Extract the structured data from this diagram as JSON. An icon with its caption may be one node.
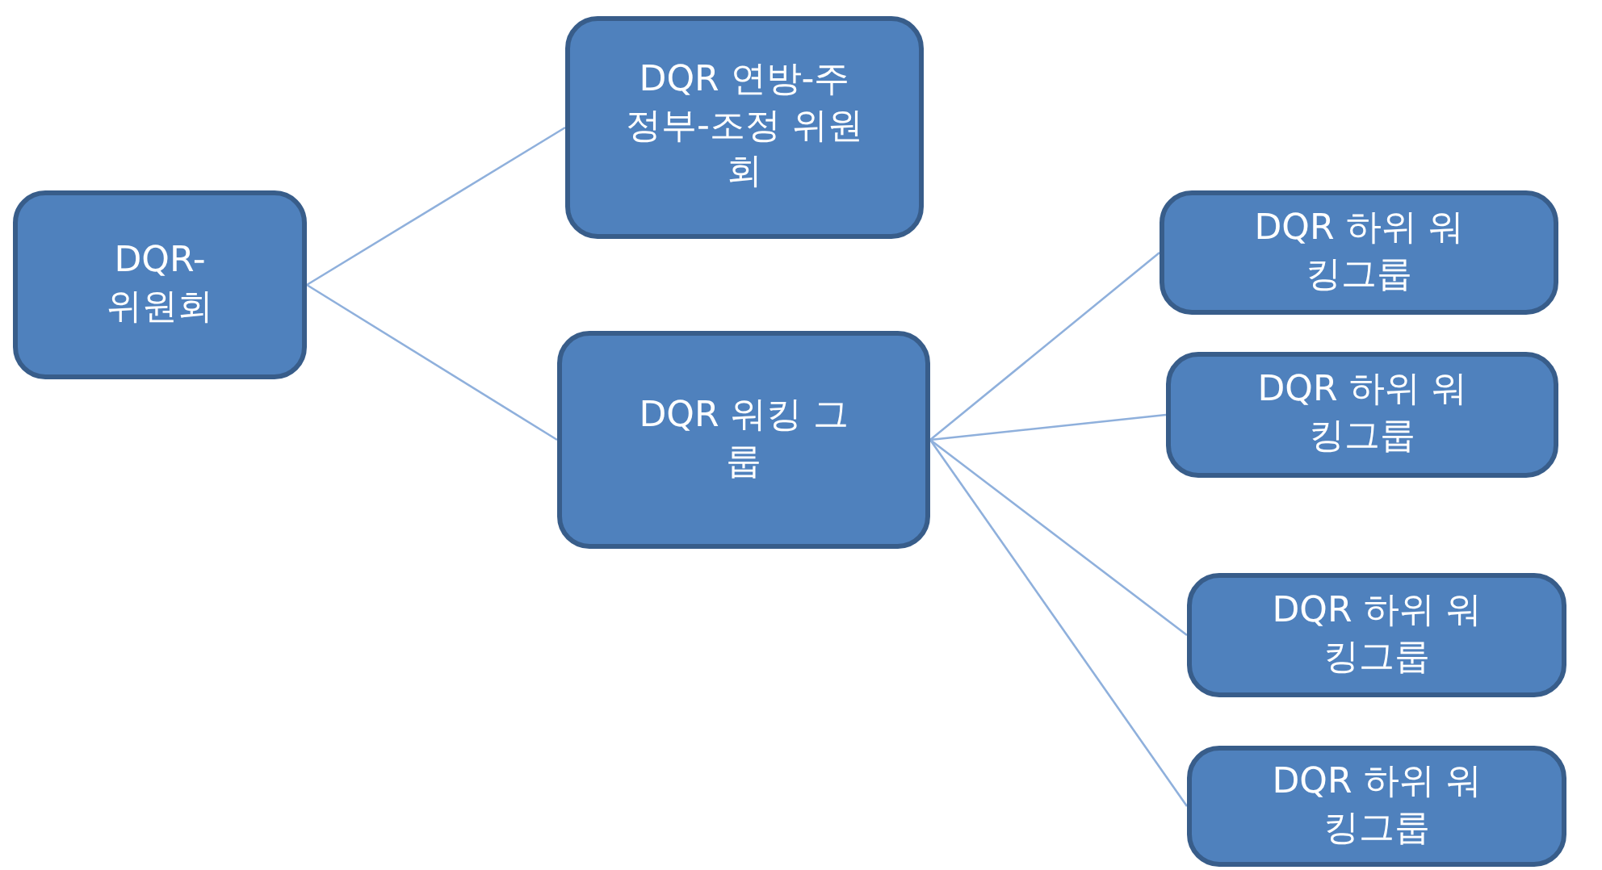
{
  "diagram": {
    "nodes": [
      {
        "text": [
          "DQR- 위원회"
        ]
      },
      {
        "text": [
          "DQR 연방-주 정부-조정 위원회"
        ]
      },
      {
        "text": [
          "DQR 워킹 그룹"
        ]
      },
      {
        "text": [
          "DQR 하위 워킹그룹"
        ]
      },
      {
        "text": [
          "DQR 하위 워킹그룹"
        ]
      },
      {
        "text": [
          "DQR 하위 워킹그룹"
        ]
      },
      {
        "text": [
          "DQR 하위 워킹그룹"
        ]
      }
    ],
    "edges": [
      {
        "from": 0,
        "to": 1,
        "arrow": "none"
      },
      {
        "from": 0,
        "to": 2,
        "arrow": "none"
      },
      {
        "from": 2,
        "to": 3,
        "arrow": "none"
      },
      {
        "from": 2,
        "to": 4,
        "arrow": "none"
      },
      {
        "from": 2,
        "to": 5,
        "arrow": "none"
      },
      {
        "from": 2,
        "to": 6,
        "arrow": "none"
      }
    ]
  }
}
